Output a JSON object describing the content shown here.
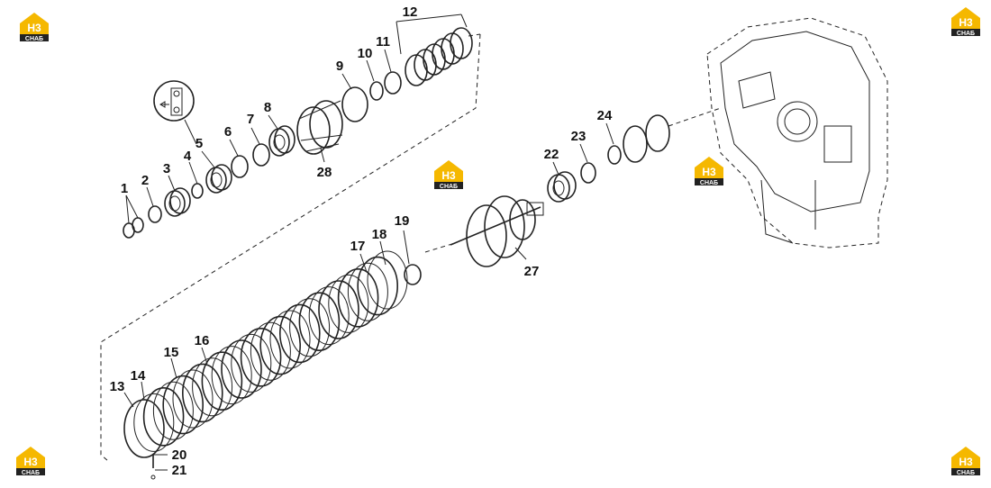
{
  "logo": {
    "mark": "H3",
    "text": "CHAБ",
    "brand_color": "#f5b800",
    "dark_color": "#222222"
  },
  "labels": [
    "1",
    "2",
    "3",
    "4",
    "5",
    "6",
    "7",
    "8",
    "9",
    "10",
    "11",
    "12",
    "13",
    "14",
    "15",
    "16",
    "17",
    "18",
    "19",
    "20",
    "21",
    "22",
    "23",
    "24",
    "27",
    "28"
  ],
  "icons": [
    "bearing-detail-icon"
  ]
}
